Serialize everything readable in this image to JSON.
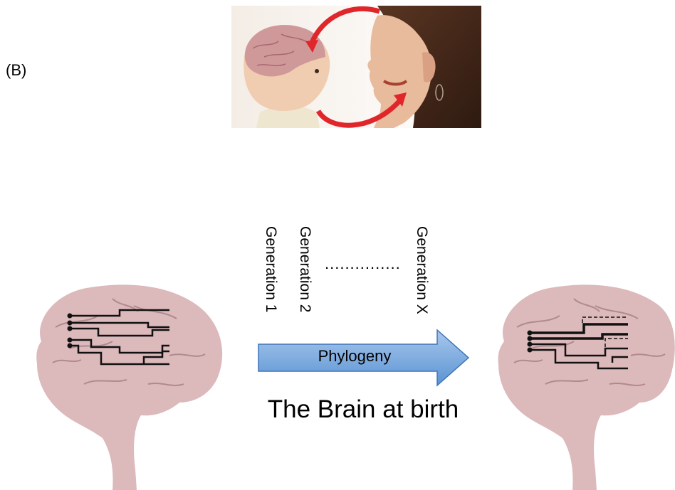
{
  "panel_label": "(B)",
  "generations": {
    "first": "Generation 1",
    "second": "Generation 2",
    "ellipsis": "...............",
    "last": "Generation X"
  },
  "arrow_label": "Phylogeny",
  "caption": "The Brain at birth",
  "colors": {
    "arrow_fill_top": "#a9c8ec",
    "arrow_fill_bottom": "#5b93d3",
    "arrow_stroke": "#3f75b8",
    "brain_pink": "#dcb9bb",
    "cycle_arrow": "#e0262b"
  },
  "icons": {
    "photo": "baby-and-mother-face-to-face",
    "brain": "brain-icon",
    "circuit": "neural-circuit-icon"
  }
}
